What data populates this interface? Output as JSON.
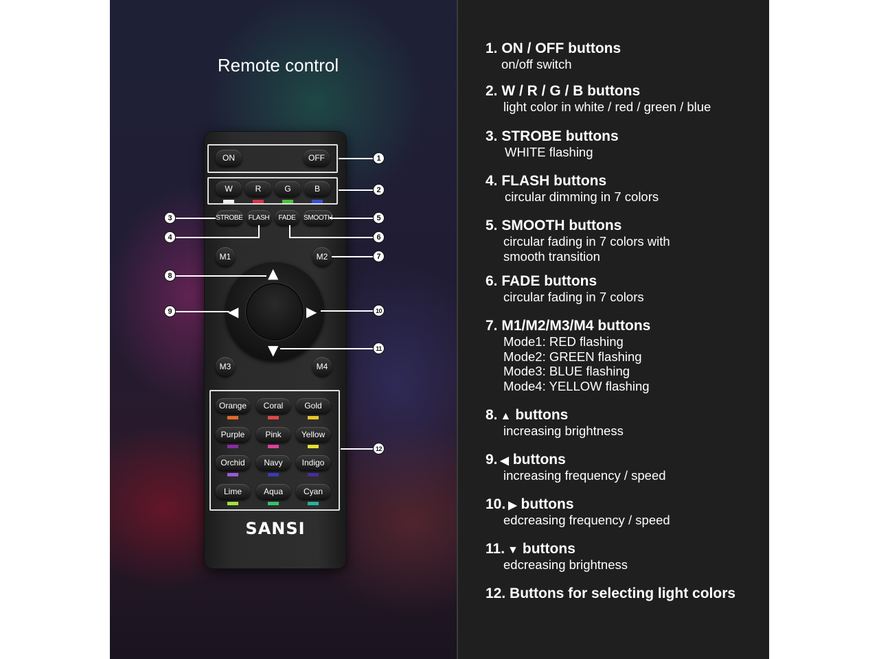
{
  "title": "Remote control",
  "brand": "SANSI",
  "buttons": {
    "on": "ON",
    "off": "OFF",
    "w": "W",
    "r": "R",
    "g": "G",
    "b": "B",
    "strobe": "STROBE",
    "flash": "FLASH",
    "fade": "FADE",
    "smooth": "SMOOTH",
    "m1": "M1",
    "m2": "M2",
    "m3": "M3",
    "m4": "M4"
  },
  "swatch_colors": {
    "w": "#f2f2f2",
    "r": "#d8344a",
    "g": "#48c23c",
    "b": "#3a4fd6"
  },
  "color_buttons": [
    {
      "label": "Orange",
      "color": "#e06a2c"
    },
    {
      "label": "Coral",
      "color": "#e04848"
    },
    {
      "label": "Gold",
      "color": "#e8c62a"
    },
    {
      "label": "Purple",
      "color": "#8a2aa8"
    },
    {
      "label": "Pink",
      "color": "#e040a0"
    },
    {
      "label": "Yellow",
      "color": "#e6e030"
    },
    {
      "label": "Orchid",
      "color": "#9a5ad6"
    },
    {
      "label": "Navy",
      "color": "#3a3ab8"
    },
    {
      "label": "Indigo",
      "color": "#4a2aa0"
    },
    {
      "label": "Lime",
      "color": "#a6e040"
    },
    {
      "label": "Aqua",
      "color": "#36c26c"
    },
    {
      "label": "Cyan",
      "color": "#2ab0a0"
    }
  ],
  "callouts": [
    "1",
    "2",
    "3",
    "4",
    "5",
    "6",
    "7",
    "8",
    "9",
    "10",
    "11",
    "12"
  ],
  "arrows": {
    "up": "▲",
    "left": "◀",
    "right": "▶",
    "down": "▼"
  },
  "descriptions": [
    {
      "heading": "1. ON / OFF buttons",
      "lines": [
        "on/off switch"
      ]
    },
    {
      "heading": "2. W / R / G / B buttons",
      "lines": [
        "light color in white / red / green / blue"
      ]
    },
    {
      "heading": "3. STROBE buttons",
      "lines": [
        "WHITE flashing"
      ]
    },
    {
      "heading": "4. FLASH buttons",
      "lines": [
        "circular dimming in 7 colors"
      ]
    },
    {
      "heading": "5. SMOOTH buttons",
      "lines": [
        "circular fading in 7 colors with",
        "smooth transition"
      ]
    },
    {
      "heading": "6. FADE buttons",
      "lines": [
        "circular fading in 7 colors"
      ]
    },
    {
      "heading": "7. M1/M2/M3/M4 buttons",
      "lines": [
        "Mode1: RED flashing",
        "Mode2: GREEN flashing",
        "Mode3: BLUE flashing",
        "Mode4: YELLOW flashing"
      ]
    },
    {
      "num": "8.",
      "glyph": "▲",
      "rest": "buttons",
      "lines": [
        "increasing brightness"
      ]
    },
    {
      "num": "9.",
      "glyph": "◀",
      "rest": "buttons",
      "lines": [
        "increasing frequency / speed"
      ]
    },
    {
      "num": "10.",
      "glyph": "▶",
      "rest": "buttons",
      "lines": [
        "edcreasing frequency / speed"
      ]
    },
    {
      "num": "11.",
      "glyph": "▼",
      "rest": "buttons",
      "lines": [
        "edcreasing brightness"
      ]
    },
    {
      "heading": "12. Buttons for selecting light colors",
      "lines": []
    }
  ]
}
